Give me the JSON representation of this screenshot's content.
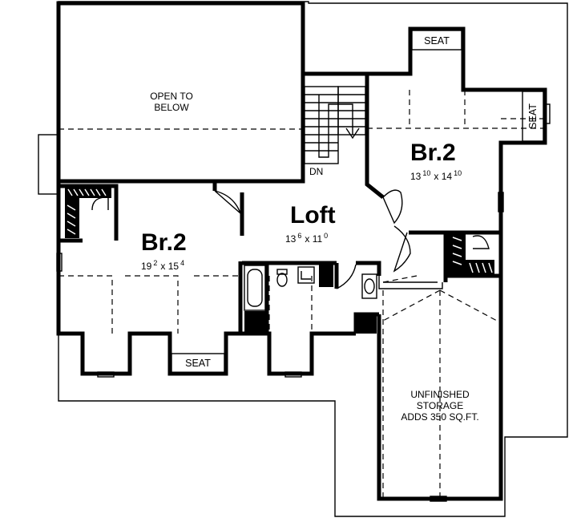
{
  "plan": {
    "open_to_below": [
      "OPEN TO",
      "BELOW"
    ],
    "stair_label": "DN",
    "loft": {
      "name": "Loft",
      "dim_a": "13",
      "dim_a_sup": "6",
      "dim_x": "x 11",
      "dim_b_sup": "0"
    },
    "bedroom_right": {
      "name": "Br.2",
      "dim_a": "13",
      "dim_a_sup": "10",
      "dim_x": "x 14",
      "dim_b_sup": "10"
    },
    "bedroom_left": {
      "name": "Br.2",
      "dim_a": "19",
      "dim_a_sup": "2",
      "dim_x": "x 15",
      "dim_b_sup": "4"
    },
    "seat_top": "SEAT",
    "seat_right": "SEAT",
    "seat_bottom": "SEAT",
    "storage": [
      "UNFINISHED",
      "STORAGE",
      "ADDS 350 SQ.FT."
    ]
  }
}
